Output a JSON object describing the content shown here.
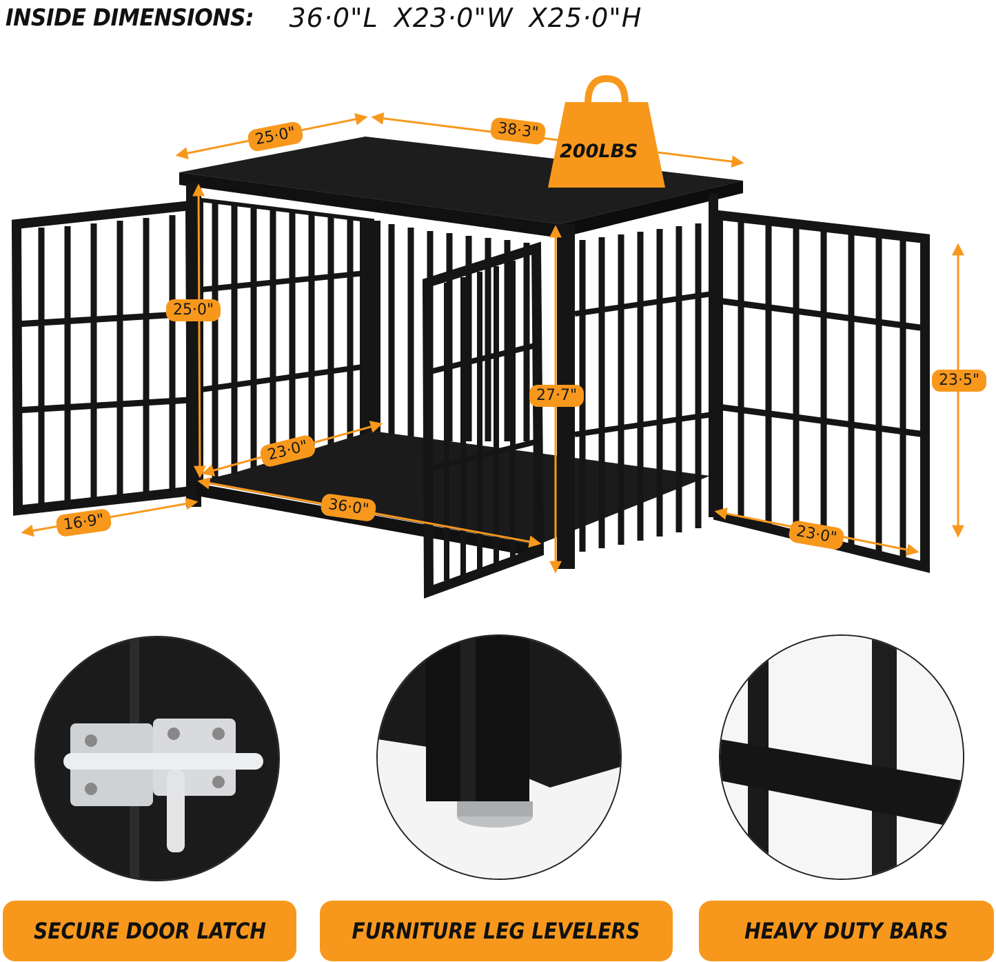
{
  "header": {
    "label": "INSIDE DIMENSIONS:",
    "value": "36·0\"L  X23·0\"W  X25·0\"H"
  },
  "weight_badge": {
    "icon": "weight-icon",
    "text": "200LBS"
  },
  "dimensions": {
    "top_depth": "25·0\"",
    "top_length": "38·3\"",
    "inner_height": "25·0\"",
    "inner_width": "23·0\"",
    "inner_length": "36·0\"",
    "outer_height": "27·7\"",
    "left_door_width": "16·9\"",
    "right_door_width": "23·0\"",
    "right_door_height": "23·5\""
  },
  "features": [
    {
      "label": "SECURE DOOR LATCH",
      "icon": "door-latch-photo"
    },
    {
      "label": "FURNITURE LEG LEVELERS",
      "icon": "leg-leveler-photo"
    },
    {
      "label": "HEAVY DUTY BARS",
      "icon": "heavy-bars-photo"
    }
  ],
  "colors": {
    "accent": "#f7981d",
    "frame": "#151515",
    "text": "#111111",
    "background": "#ffffff"
  }
}
